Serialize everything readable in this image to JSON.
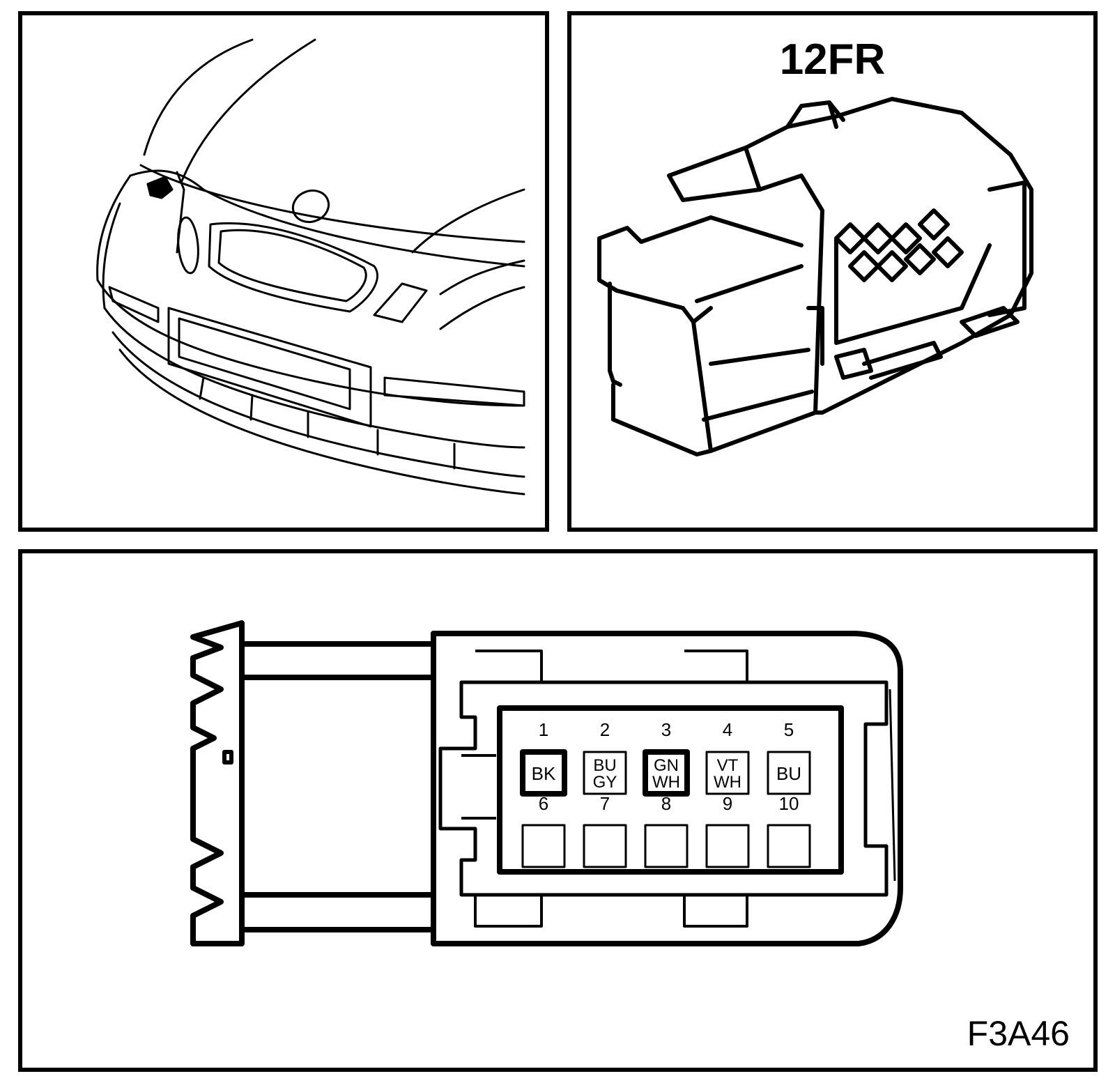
{
  "connector": {
    "id": "12FR",
    "pins": [
      {
        "number": "1",
        "color_top": "BK",
        "color_bottom": "",
        "highlight": true
      },
      {
        "number": "2",
        "color_top": "BU",
        "color_bottom": "GY",
        "highlight": false
      },
      {
        "number": "3",
        "color_top": "GN",
        "color_bottom": "WH",
        "highlight": true
      },
      {
        "number": "4",
        "color_top": "VT",
        "color_bottom": "WH",
        "highlight": false
      },
      {
        "number": "5",
        "color_top": "BU",
        "color_bottom": "",
        "highlight": false
      },
      {
        "number": "6",
        "color_top": "",
        "color_bottom": "",
        "highlight": false
      },
      {
        "number": "7",
        "color_top": "",
        "color_bottom": "",
        "highlight": false
      },
      {
        "number": "8",
        "color_top": "",
        "color_bottom": "",
        "highlight": false
      },
      {
        "number": "9",
        "color_top": "",
        "color_bottom": "",
        "highlight": false
      },
      {
        "number": "10",
        "color_top": "",
        "color_bottom": "",
        "highlight": false
      }
    ]
  },
  "figure_code": "F3A46",
  "colors": {
    "line": "#000000",
    "background": "#ffffff"
  }
}
